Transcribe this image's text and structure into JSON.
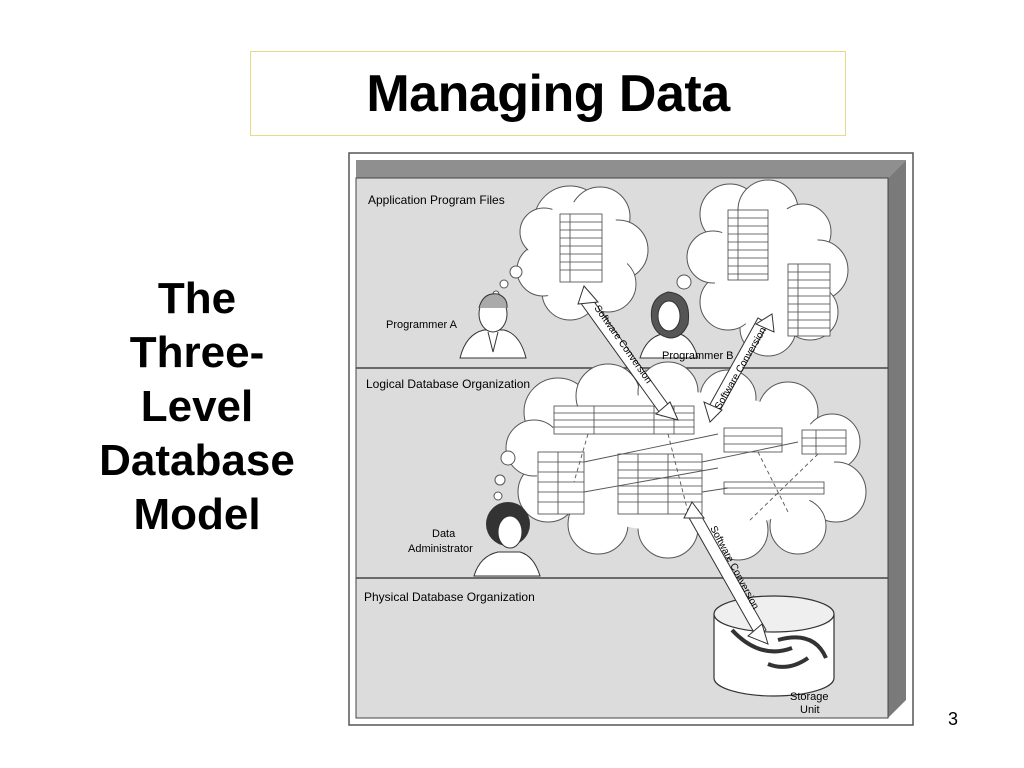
{
  "slide": {
    "title": "Managing Data",
    "subtitle_lines": [
      "The",
      "Three-",
      "Level",
      "Database",
      "Model"
    ],
    "page_number": "3"
  },
  "diagram": {
    "levels": {
      "application": "Application Program Files",
      "logical": "Logical Database Organization",
      "physical": "Physical Database Organization"
    },
    "people": {
      "programmer_a": "Programmer A",
      "programmer_b": "Programmer B",
      "data_administrator_line1": "Data",
      "data_administrator_line2": "Administrator"
    },
    "arrows": {
      "conversion_a": "Software Conversion",
      "conversion_b": "Software Conversion",
      "conversion_storage": "Software Conversion"
    },
    "storage": {
      "line1": "Storage",
      "line2": "Unit"
    }
  }
}
